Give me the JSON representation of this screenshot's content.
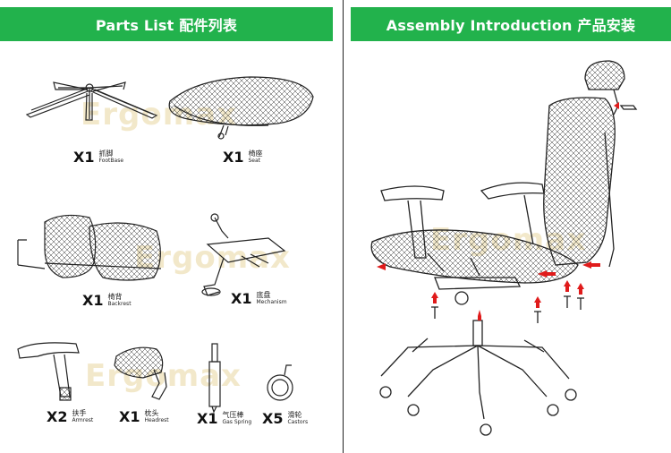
{
  "headers": {
    "left": "Parts List   配件列表",
    "right": "Assembly Introduction  产品安装"
  },
  "watermark": "Ergomax",
  "parts": [
    {
      "qty": "X1",
      "cn": "抓脚",
      "en": "FootBase"
    },
    {
      "qty": "X1",
      "cn": "椅座",
      "en": "Seat"
    },
    {
      "qty": "X1",
      "cn": "椅背",
      "en": "Backrest"
    },
    {
      "qty": "X1",
      "cn": "底盘",
      "en": "Mechanism"
    },
    {
      "qty": "X2",
      "cn": "扶手",
      "en": "Armrest"
    },
    {
      "qty": "X1",
      "cn": "枕头",
      "en": "Headrest"
    },
    {
      "qty": "X1",
      "cn": "气压棒",
      "en": "Gas Spring"
    },
    {
      "qty": "X5",
      "cn": "滑轮",
      "en": "Castors"
    }
  ],
  "colors": {
    "header_bg": "#22b24c",
    "arrow": "#e01b1b",
    "line": "#222222"
  }
}
